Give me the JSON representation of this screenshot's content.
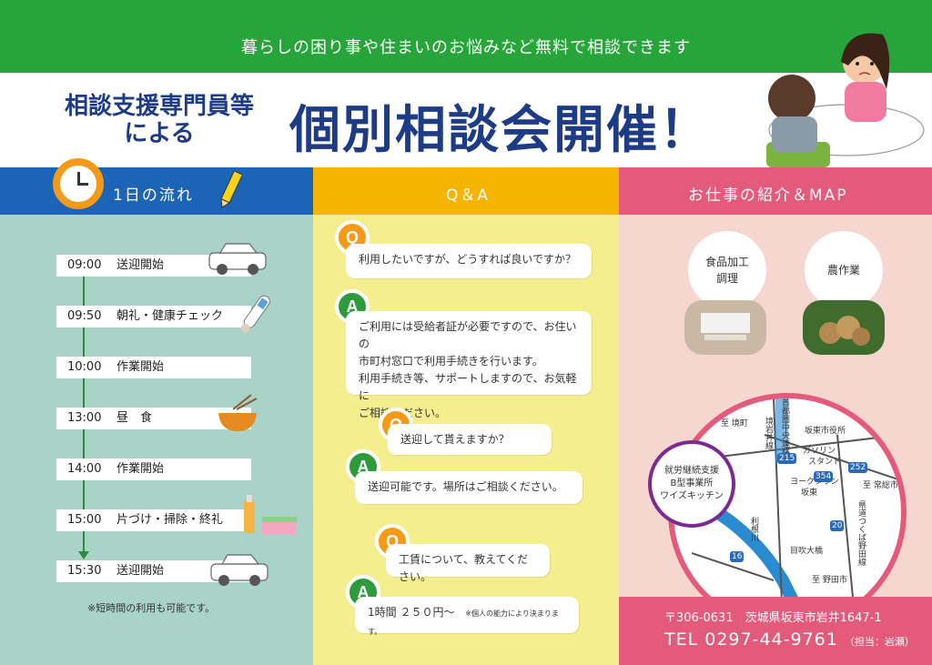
{
  "banner": {
    "tagline": "暮らしの困り事や住まいのお悩みなど無料で相談できます"
  },
  "header": {
    "subtitle_line1": "相談支援専門員等",
    "subtitle_line2": "による",
    "title": "個別相談会開催！"
  },
  "columns": {
    "schedule": {
      "heading": "1日の流れ"
    },
    "qa": {
      "heading": "Q＆A"
    },
    "work": {
      "heading": "お仕事の紹介＆MAP"
    }
  },
  "schedule": {
    "rows": [
      {
        "time": "09:00",
        "label": "送迎開始"
      },
      {
        "time": "09:50",
        "label": "朝礼・健康チェック"
      },
      {
        "time": "10:00",
        "label": "作業開始"
      },
      {
        "time": "13:00",
        "label": "昼　食"
      },
      {
        "time": "14:00",
        "label": "作業開始"
      },
      {
        "time": "15:00",
        "label": "片づけ・掃除・終礼"
      },
      {
        "time": "15:30",
        "label": "送迎開始"
      }
    ],
    "note": "※短時間の利用も可能です。"
  },
  "qa": {
    "badge_q": "Q",
    "badge_a": "A",
    "items": [
      {
        "q": "利用したいですが、どうすれば良いですか？",
        "a1": "ご利用には受給者証が必要ですので、お住いの",
        "a2": "市町村窓口で利用手続きを行います。",
        "a3": "利用手続き等、サポートしますので、お気軽に",
        "a4": "ご相談ください。"
      },
      {
        "q": "送迎して貰えますか？",
        "a": "送迎可能です。場所はご相談ください。"
      },
      {
        "q": "工賃について、教えてください。",
        "a": "1時間 ２５０円〜",
        "a_note": "※個人の能力により決まります。"
      }
    ]
  },
  "work": {
    "job1_line1": "食品加工",
    "job1_line2": "調理",
    "job2": "農作業",
    "callout_line1": "就労継続支援",
    "callout_line2": "B型事業所",
    "callout_line3": "ワイズキッチン"
  },
  "map": {
    "labels": {
      "to_sakai": "至 境町",
      "city_hall": "坂東市役所",
      "gas": "ガソリン",
      "gas2": "スタンド",
      "yorku1": "ヨークタウン",
      "yorku2": "坂東",
      "to_joso": "至 常総市",
      "ifuki": "目吹大橋",
      "to_noda": "至 野田市",
      "river": "利根川",
      "vertical_road": "県道つくば野田線",
      "sakai_road": "境岩井線",
      "highway": "首都圏中央連絡道"
    },
    "routes": [
      "215",
      "354",
      "252",
      "20",
      "16"
    ]
  },
  "contact": {
    "address": "〒306-0631　茨城県坂東市岩井1647-1",
    "tel": "TEL 0297-44-9761",
    "tel_note": "（担当：岩瀬）"
  }
}
